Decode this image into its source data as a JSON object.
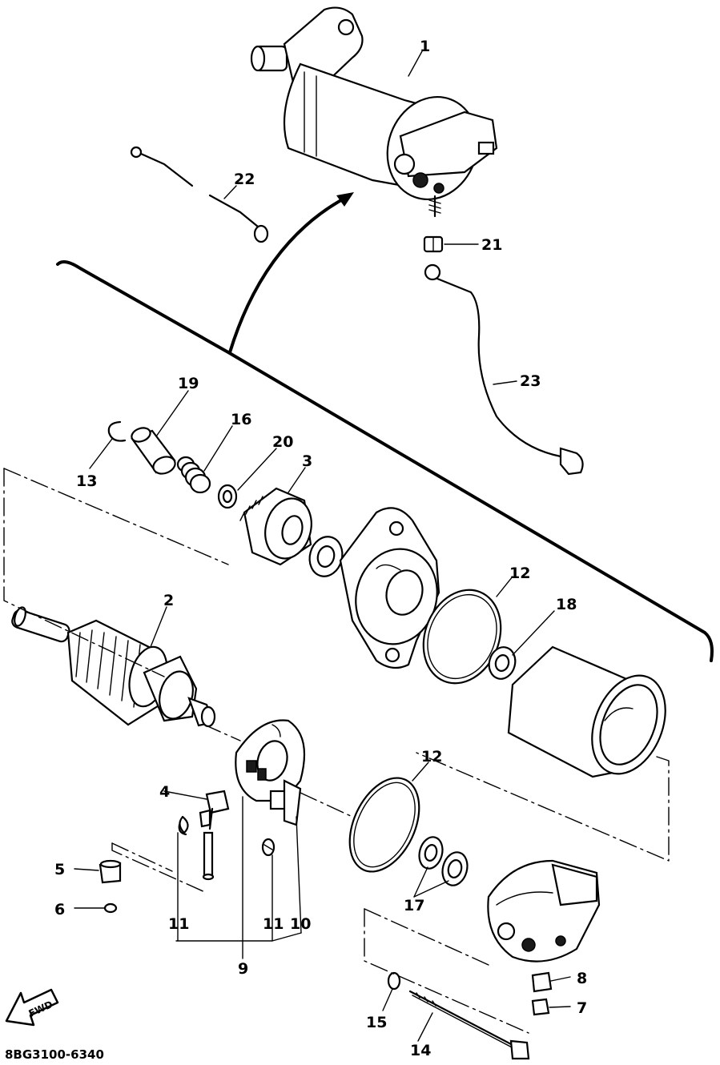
{
  "diagram": {
    "drawing_code": "8BG3100-6340",
    "direction_marker": "FWD",
    "callouts": [
      {
        "id": "c1",
        "text": "1"
      },
      {
        "id": "c2",
        "text": "2"
      },
      {
        "id": "c3",
        "text": "3"
      },
      {
        "id": "c4",
        "text": "4"
      },
      {
        "id": "c5",
        "text": "5"
      },
      {
        "id": "c6",
        "text": "6"
      },
      {
        "id": "c7",
        "text": "7"
      },
      {
        "id": "c8",
        "text": "8"
      },
      {
        "id": "c9",
        "text": "9"
      },
      {
        "id": "c10",
        "text": "10"
      },
      {
        "id": "c11a",
        "text": "11"
      },
      {
        "id": "c11b",
        "text": "11"
      },
      {
        "id": "c12a",
        "text": "12"
      },
      {
        "id": "c12b",
        "text": "12"
      },
      {
        "id": "c13",
        "text": "13"
      },
      {
        "id": "c14",
        "text": "14"
      },
      {
        "id": "c15",
        "text": "15"
      },
      {
        "id": "c16",
        "text": "16"
      },
      {
        "id": "c17",
        "text": "17"
      },
      {
        "id": "c18",
        "text": "18"
      },
      {
        "id": "c19",
        "text": "19"
      },
      {
        "id": "c20",
        "text": "20"
      },
      {
        "id": "c21",
        "text": "21"
      },
      {
        "id": "c22",
        "text": "22"
      },
      {
        "id": "c23",
        "text": "23"
      }
    ]
  }
}
